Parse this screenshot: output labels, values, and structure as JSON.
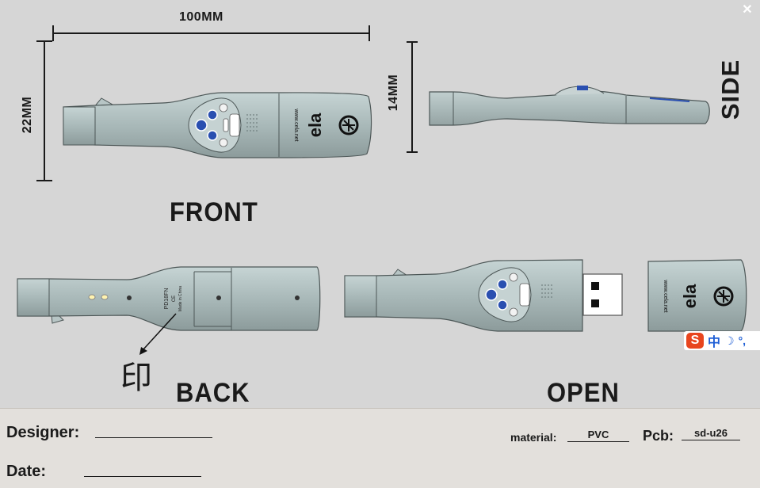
{
  "dimensions": {
    "length": "100MM",
    "height": "22MM",
    "thickness": "14MM"
  },
  "views": {
    "front": "FRONT",
    "side": "SIDE",
    "back": "BACK",
    "open": "OPEN"
  },
  "logo_url": "www.cela.net",
  "back_label_lines": [
    "PD18FN",
    "CE",
    "Made in China"
  ],
  "annotation_char": "印",
  "footer": {
    "designer_label": "Designer:",
    "date_label": "Date:",
    "material_label": "material:",
    "material_value": "PVC",
    "pcb_label": "Pcb:",
    "pcb_value": "sd-u26"
  },
  "ime": {
    "logo": "S",
    "mode": "中",
    "moon": "☽",
    "punct": "°,"
  },
  "colors": {
    "body": "#a9b9b9",
    "outline": "#4d5757",
    "background": "#d6d6d6",
    "footer": "#e3e0dc",
    "accent": "#2a4fb0"
  }
}
